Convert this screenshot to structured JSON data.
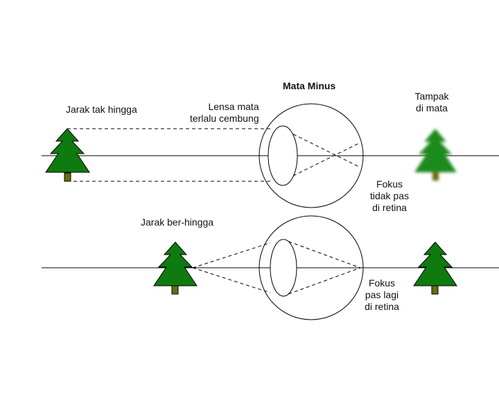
{
  "title": "Mata Minus",
  "top_scene": {
    "object_label": "Jarak tak hingga",
    "lens_label": [
      "Lensa mata",
      "terlalu cembung"
    ],
    "seen_label": [
      "Tampak",
      "di mata"
    ],
    "focus_label": [
      "Fokus",
      "tidak pas",
      "di retina"
    ]
  },
  "bottom_scene": {
    "object_label": "Jarak ber-hingga",
    "focus_label": [
      "Fokus",
      "pas lagi",
      "di retina"
    ]
  },
  "colors": {
    "tree_green": "#0f7a0f",
    "trunk": "#6b6b10",
    "line": "#000000"
  },
  "icons": [
    "tree-icon",
    "blurred-tree-icon",
    "eyeball-icon",
    "lens-icon"
  ]
}
